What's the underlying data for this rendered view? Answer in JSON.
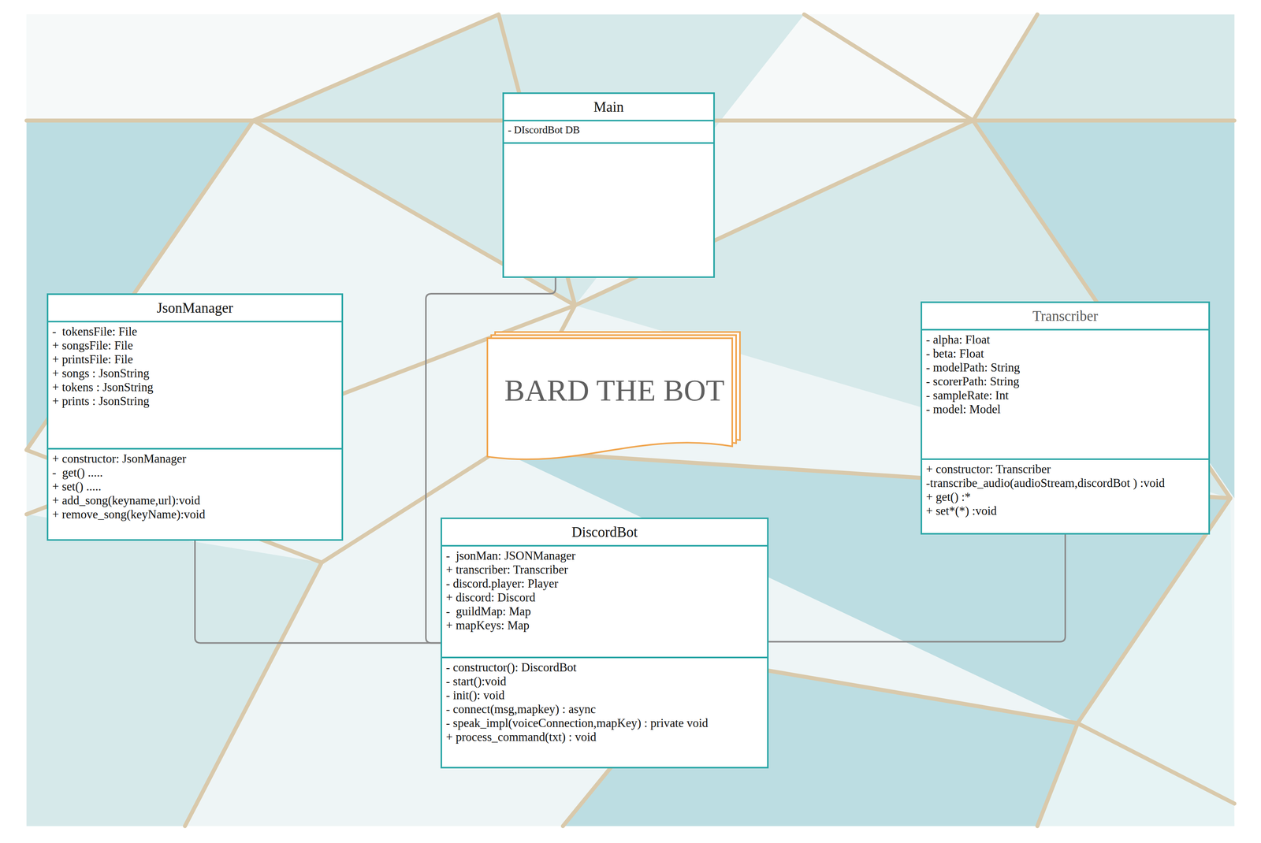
{
  "diagram": {
    "nodes": [
      {
        "text": [
          "Main",
          "- DIscordBot DB"
        ]
      },
      {
        "text": [
          "JsonManager",
          "-  tokensFile: File",
          "+ songsFile: File",
          "+ printsFile: File",
          "+ songs : JsonString",
          "+ tokens : JsonString",
          "+ prints : JsonString",
          "+ constructor: JsonManager",
          "-  get() .....",
          "+ set() .....",
          "+ add_song(keyname,url):void",
          "+ remove_song(keyName):void"
        ]
      },
      {
        "text": [
          "BARD THE BOT"
        ]
      },
      {
        "text": [
          "Transcriber",
          "- alpha: Float",
          "- beta: Float",
          "- modelPath: String",
          "- scorerPath: String",
          "- sampleRate: Int",
          "- model: Model",
          "+ constructor: Transcriber",
          "-transcribe_audio(audioStream,discordBot ) :void",
          "+ get() :*",
          "+ set*(*) :void"
        ]
      },
      {
        "text": [
          "DiscordBot",
          "-  jsonMan: JSONManager",
          "+ transcriber: Transcriber",
          "- discord.player: Player",
          "+ discord: Discord",
          "-  guildMap: Map",
          "+ mapKeys: Map",
          "- constructor(): DiscordBot",
          "- start():void",
          "- init(): void",
          "- connect(msg,mapkey) : async",
          "- speak_impl(voiceConnection,mapKey) : private void",
          "+ process_command(txt) : void"
        ]
      }
    ],
    "edges": [
      {
        "from": 1,
        "to": 4,
        "arrow": "none"
      },
      {
        "from": 0,
        "to": 4,
        "arrow": "none"
      },
      {
        "from": 4,
        "to": 3,
        "arrow": "none"
      }
    ]
  }
}
